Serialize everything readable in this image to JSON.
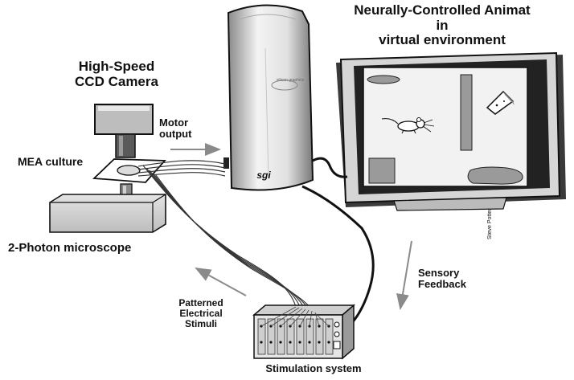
{
  "labels": {
    "animat_line1": "Neurally-Controlled Animat",
    "animat_line2": "in",
    "animat_line3": "virtual environment",
    "camera_line1": "High-Speed",
    "camera_line2": "CCD Camera",
    "motor_line1": "Motor",
    "motor_line2": "output",
    "mea": "MEA culture",
    "photon": "2-Photon microscope",
    "sensory_line1": "Sensory",
    "sensory_line2": "Feedback",
    "patterned_line1": "Patterned",
    "patterned_line2": "Electrical",
    "patterned_line3": "Stimuli",
    "stimulation": "Stimulation system",
    "credit": "Steve Potter",
    "computer_brand": "silicon graphics",
    "computer_logo": "sgi"
  },
  "colors": {
    "ink": "#111111",
    "line": "#1a1a1a",
    "screen": "#f2f2f2",
    "monitor_body": "#d6d6d6",
    "object_fill": "#9a9a9a",
    "arrow": "#8a8a8a"
  },
  "icons": [
    "mouse-icon",
    "cheese-icon",
    "ccd-camera-icon",
    "computer-tower-icon",
    "monitor-icon",
    "microscope-stage-icon",
    "stimulator-box-icon"
  ]
}
